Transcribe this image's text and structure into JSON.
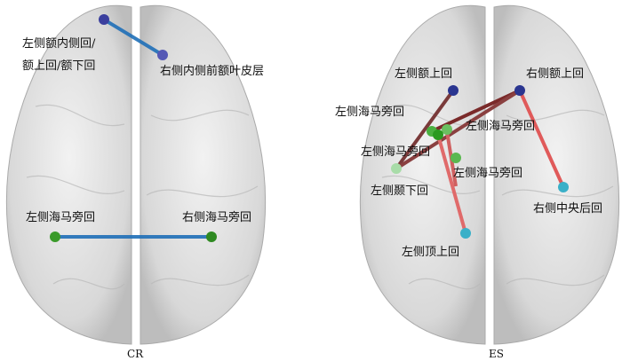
{
  "panels": [
    {
      "caption": "CR",
      "labels": [
        "左侧额内侧回/",
        "额上回/额下回",
        "右侧内侧前额叶皮层",
        "左侧海马旁回",
        "右侧海马旁回"
      ],
      "edge_color": "#1f6fb8"
    },
    {
      "caption": "ES",
      "labels": [
        "左侧额上回",
        "右侧额上回",
        "左侧海马旁回",
        "左侧海马旁回",
        "左侧海马旁回",
        "左侧海马旁回",
        "左侧颞下回",
        "右侧中央后回",
        "左侧顶上回"
      ],
      "edge_color": "#e06060"
    }
  ],
  "node_colors": {
    "frontal": "#3b3f9e",
    "hippocampal": "#3a9a2a",
    "parietal": "#3ab0c8"
  }
}
